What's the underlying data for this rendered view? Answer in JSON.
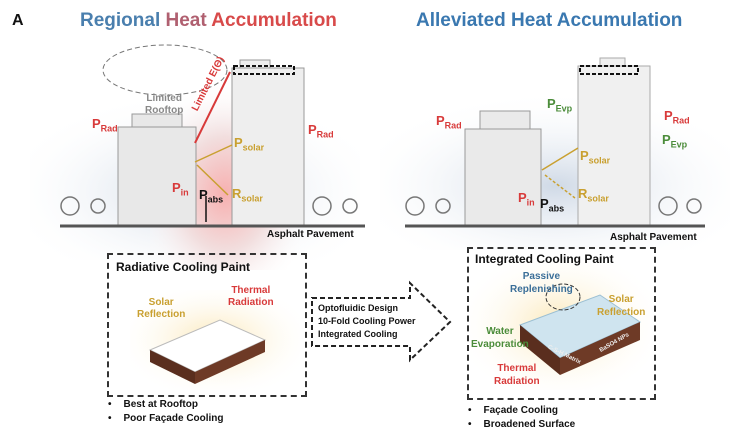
{
  "panel_label": "A",
  "left": {
    "title_parts": [
      "Regional ",
      "Heat ",
      "Accumulation"
    ],
    "rooftop_label": [
      "Limited",
      "Rooftop"
    ],
    "limited_e": "Limited E(Θ)",
    "p_rad": "P",
    "p_rad_sub": "Rad",
    "p_solar": "P",
    "p_solar_sub": "solar",
    "r_solar": "R",
    "r_solar_sub": "solar",
    "p_in": "P",
    "p_in_sub": "in",
    "p_abs": "P",
    "p_abs_sub": "abs",
    "pavement": "Asphalt Pavement",
    "box_title": "Radiative Cooling Paint",
    "solar_reflection": [
      "Solar",
      "Reflection"
    ],
    "thermal_radiation": [
      "Thermal",
      "Radiation"
    ],
    "bullets": [
      "Best at Rooftop",
      "Poor Façade Cooling"
    ]
  },
  "arrow": {
    "lines": [
      "Optofluidic Design",
      "10-Fold Cooling Power",
      "Integrated Cooling"
    ]
  },
  "right": {
    "title": "Alleviated Heat Accumulation",
    "p_evp": "P",
    "p_evp_sub": "Evp",
    "pavement": "Asphalt Pavement",
    "box_title": "Integrated Cooling Paint",
    "passive": [
      "Passive",
      "Replenishing"
    ],
    "solar_reflection": [
      "Solar",
      "Reflection"
    ],
    "water_evaporation": [
      "Water",
      "Evaporation"
    ],
    "thermal_radiation": [
      "Thermal",
      "Radiation"
    ],
    "matrix_label": "C-S-H Matrix",
    "np_label": "BaSO4 NPs",
    "bullets": [
      "Façade Cooling",
      "Broadened Surface"
    ]
  },
  "colors": {
    "red": "#d83a3a",
    "gold": "#c9a030",
    "green": "#4b8c3a",
    "blue": "#3a78b0"
  }
}
